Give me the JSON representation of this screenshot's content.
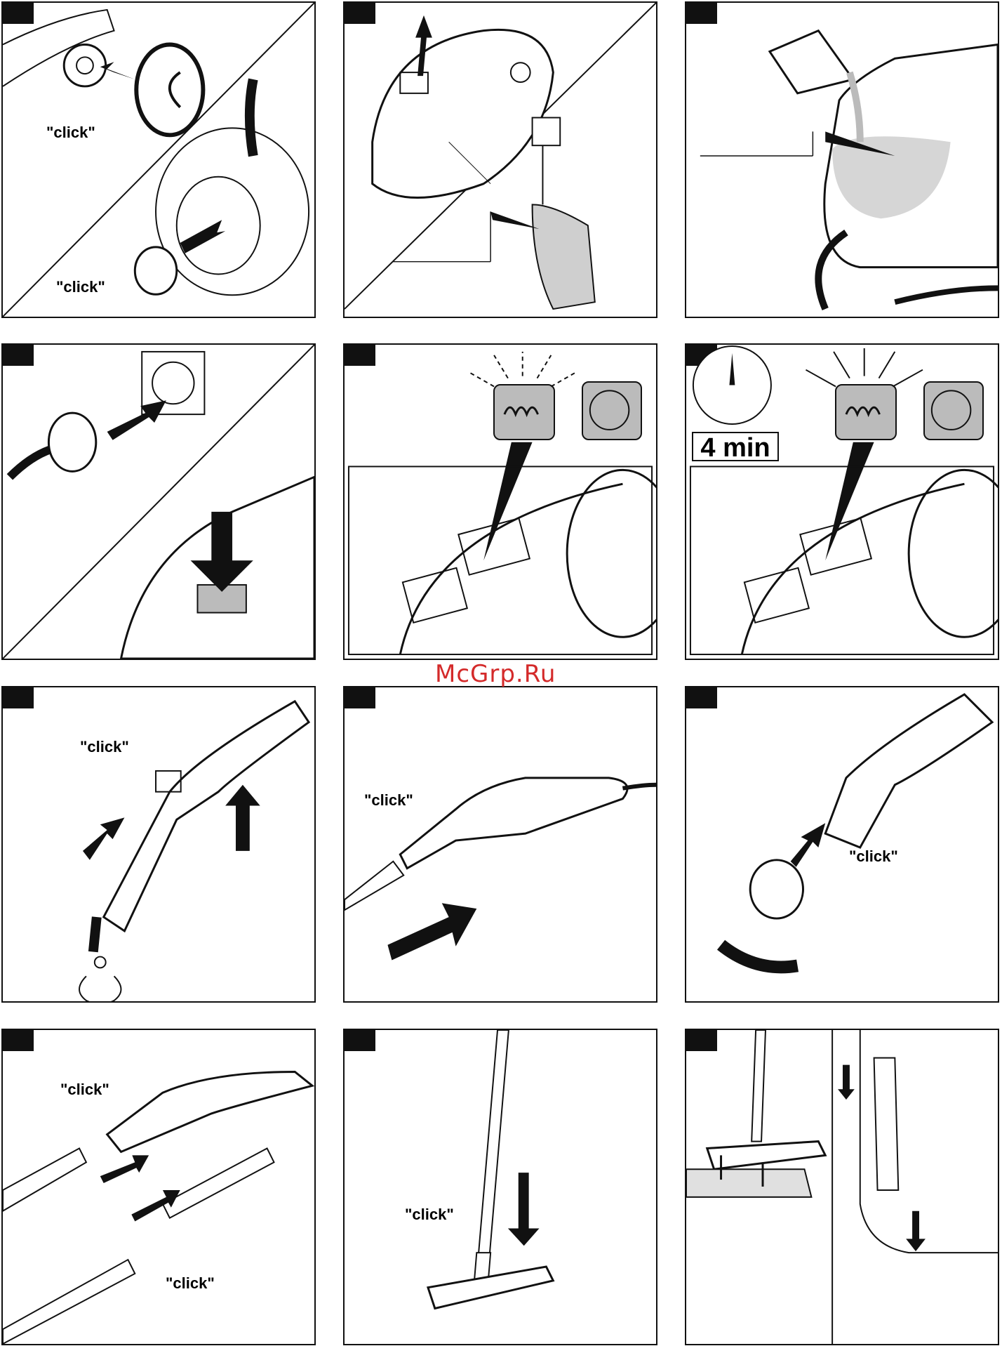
{
  "watermark": "McGrp.Ru",
  "click_text": "\"click\"",
  "timer_text": "4 min",
  "colors": {
    "watermark": "#d42a2a",
    "ink": "#111111",
    "fill_gray": "#cfcfcf"
  },
  "panels": [
    {
      "id": 1,
      "icons": [
        "cap-icon",
        "adapter-icon",
        "arrow-icon"
      ],
      "clicks": 2
    },
    {
      "id": 2,
      "icons": [
        "steam-cleaner-icon",
        "faucet-icon",
        "tank-icon",
        "arrow-up-icon"
      ],
      "clicks": 0
    },
    {
      "id": 3,
      "icons": [
        "water-jug-icon",
        "steam-cleaner-icon"
      ],
      "clicks": 0
    },
    {
      "id": 4,
      "icons": [
        "plug-icon",
        "wall-socket-icon",
        "power-switch-icon"
      ],
      "clicks": 0
    },
    {
      "id": 5,
      "icons": [
        "heating-lamp-icon",
        "steam-lamp-icon",
        "control-panel-icon"
      ],
      "clicks": 0
    },
    {
      "id": 6,
      "icons": [
        "clock-icon",
        "heating-lamp-icon",
        "steam-lamp-icon"
      ],
      "clicks": 0
    },
    {
      "id": 7,
      "icons": [
        "steam-gun-icon",
        "nozzle-icon",
        "arrow-icon"
      ],
      "clicks": 1
    },
    {
      "id": 8,
      "icons": [
        "steam-gun-icon",
        "extension-tube-icon",
        "arrow-icon"
      ],
      "clicks": 1
    },
    {
      "id": 9,
      "icons": [
        "round-brush-icon",
        "arrow-icon"
      ],
      "clicks": 1
    },
    {
      "id": 10,
      "icons": [
        "extension-tube-icon",
        "arrow-icon"
      ],
      "clicks": 2
    },
    {
      "id": 11,
      "icons": [
        "floor-nozzle-icon",
        "arrow-down-icon"
      ],
      "clicks": 1
    },
    {
      "id": 12,
      "icons": [
        "floor-nozzle-icon",
        "cloth-icon",
        "arrow-icon"
      ],
      "clicks": 0
    }
  ]
}
